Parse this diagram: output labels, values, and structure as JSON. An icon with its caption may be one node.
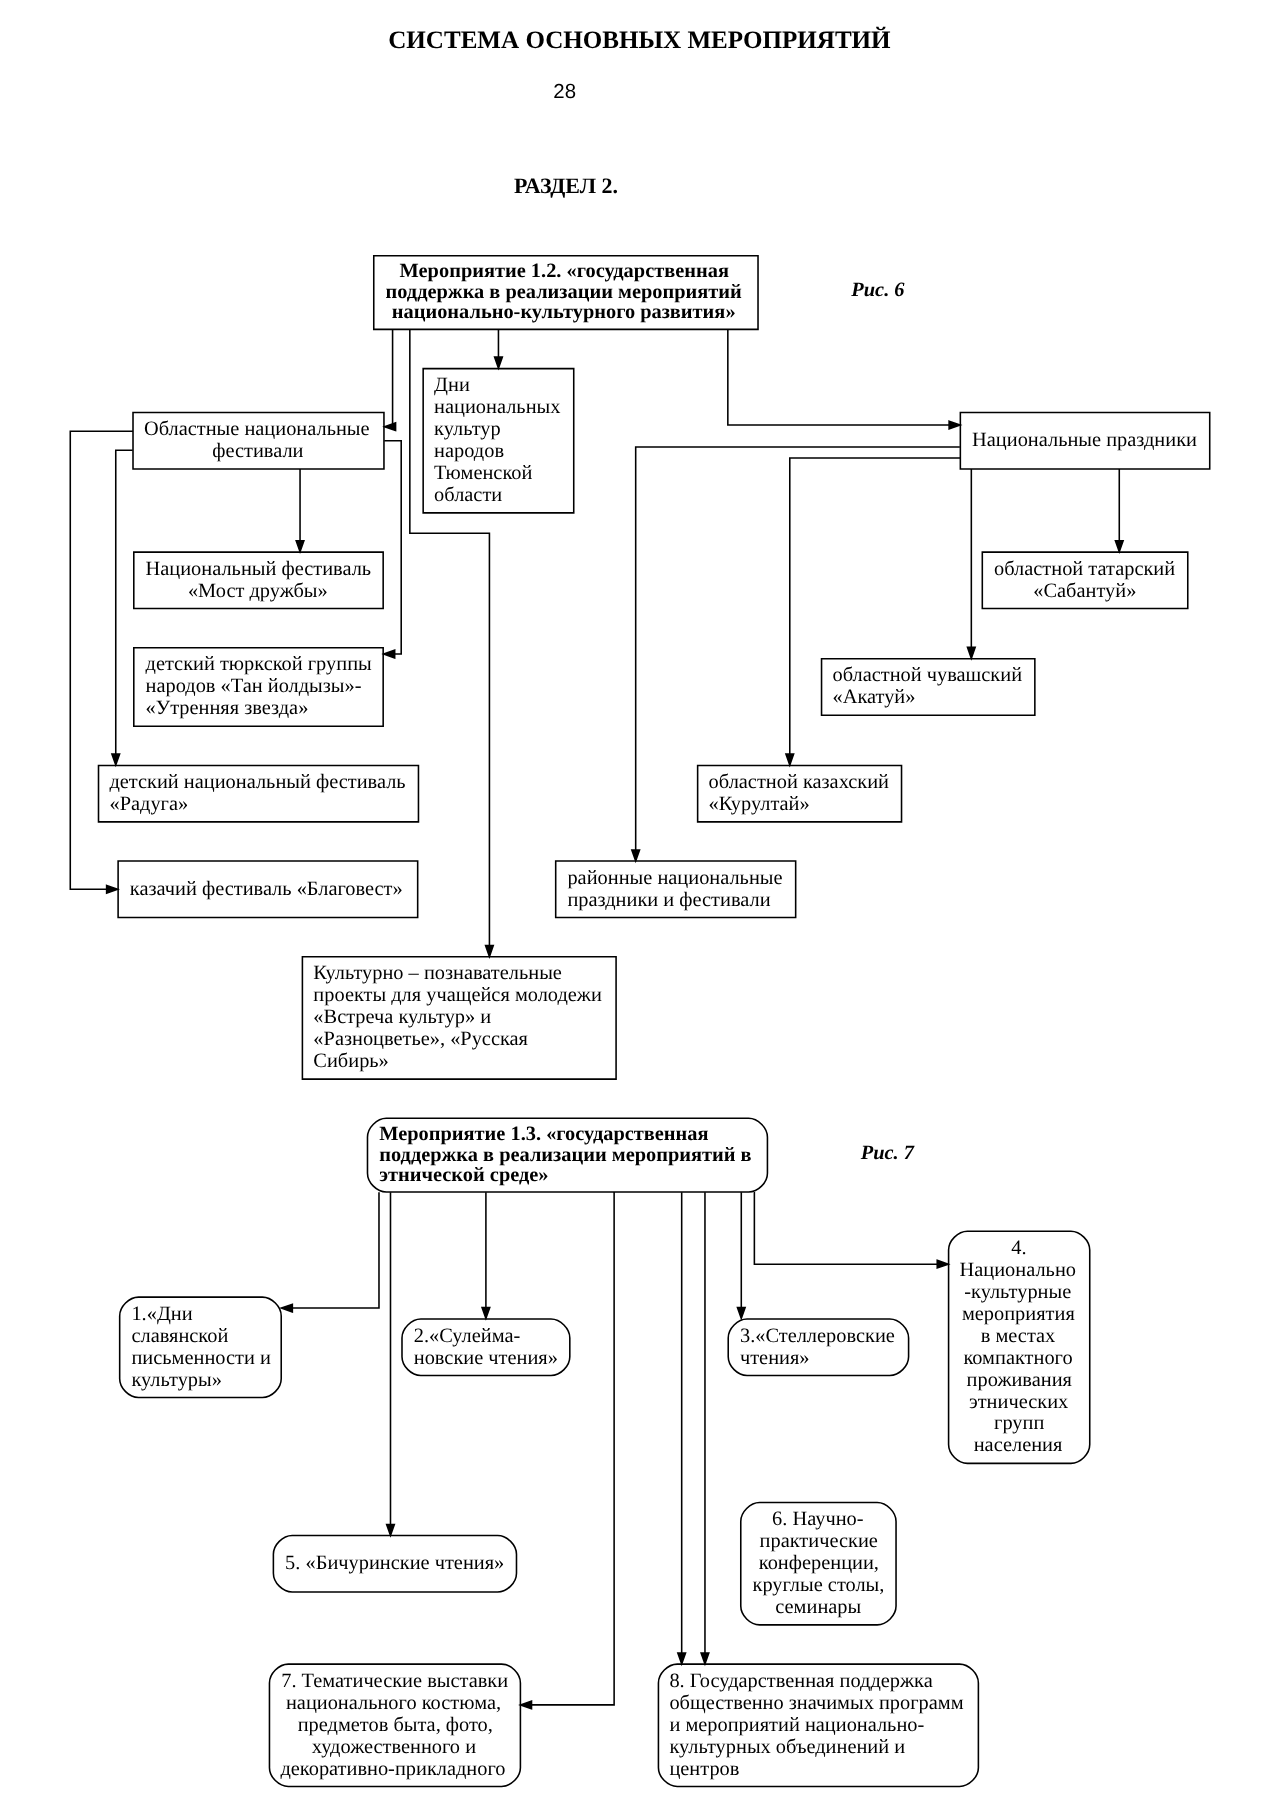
{
  "diagram": {
    "title": "СИСТЕМА ОСНОВНЫХ МЕРОПРИЯТИЙ",
    "nodes": [
      {
        "text": [
          "Мероприятие 1.2. «государственная поддержка в реализации мероприятий национально-культурного развития»"
        ]
      },
      {
        "text": [
          "Областные национальные фестивали"
        ]
      },
      {
        "text": [
          "Национальный фестиваль «Мост дружбы»"
        ]
      },
      {
        "text": [
          "детский тюркской группы народов «Тан йолдызы»- «Утренняя звезда»"
        ]
      },
      {
        "text": [
          "детский национальный фестиваль «Радуга»"
        ]
      },
      {
        "text": [
          "казачий фестиваль «Благовест»"
        ]
      },
      {
        "text": [
          "Дни национальных культур народов Тюменской области"
        ]
      },
      {
        "text": [
          "Национальные праздники"
        ]
      },
      {
        "text": [
          "областной татарский «Сабантуй»"
        ]
      },
      {
        "text": [
          "областной чувашский «Акатуй»"
        ]
      },
      {
        "text": [
          "областной казахский «Курултай»"
        ]
      },
      {
        "text": [
          "районные национальные праздники и фестивали"
        ]
      },
      {
        "text": [
          "Культурно – познавательные проекты для учащейся молодежи «Встреча культур» и «Разноцветье», «Русская Сибирь»"
        ]
      },
      {
        "text": [
          "Мероприятие 1.3. «государственная поддержка в реализации мероприятий в этнической среде»"
        ]
      },
      {
        "text": [
          "1.«Дни славянской письменности и культуры»"
        ]
      },
      {
        "text": [
          "2.«Сулейма- новские чтения»"
        ]
      },
      {
        "text": [
          "3.«Стеллеровские чтения»"
        ]
      },
      {
        "text": [
          "4. Национально -культурные мероприятия в местах компактного проживания этнических групп населения"
        ]
      },
      {
        "text": [
          "5. «Бичуринские чтения»"
        ]
      },
      {
        "text": [
          "6. Научно- практические конференции, круглые столы, семинары"
        ]
      },
      {
        "text": [
          "7. Тематические выставки национального костюма, предметов быта, фото, художественного и декоративно-прикладного"
        ]
      },
      {
        "text": [
          "8. Государственная поддержка общественно значимых программ и мероприятий национально- культурных объединений и центров"
        ]
      }
    ],
    "edges": [
      {
        "from": 0,
        "to": 1,
        "arrow": "to"
      },
      {
        "from": 0,
        "to": 12,
        "arrow": "to"
      },
      {
        "from": 0,
        "to": 6,
        "arrow": "to"
      },
      {
        "from": 0,
        "to": 7,
        "arrow": "to"
      },
      {
        "from": 1,
        "to": 2,
        "arrow": "to"
      },
      {
        "from": 1,
        "to": 3,
        "arrow": "to"
      },
      {
        "from": 1,
        "to": 4,
        "arrow": "to"
      },
      {
        "from": 1,
        "to": 5,
        "arrow": "to"
      },
      {
        "from": 7,
        "to": 8,
        "arrow": "to"
      },
      {
        "from": 7,
        "to": 9,
        "arrow": "to"
      },
      {
        "from": 7,
        "to": 10,
        "arrow": "to"
      },
      {
        "from": 7,
        "to": 11,
        "arrow": "to"
      },
      {
        "from": 13,
        "to": 14,
        "arrow": "to"
      },
      {
        "from": 13,
        "to": 15,
        "arrow": "to"
      },
      {
        "from": 13,
        "to": 16,
        "arrow": "to"
      },
      {
        "from": 13,
        "to": 17,
        "arrow": "to"
      },
      {
        "from": 13,
        "to": 18,
        "arrow": "to"
      },
      {
        "from": 13,
        "to": 20,
        "arrow": "to"
      },
      {
        "from": 13,
        "to": 21,
        "arrow": "to"
      },
      {
        "from": 13,
        "to": 21,
        "arrow": "to"
      }
    ],
    "labels": [
      "28",
      "РАЗДЕЛ 2.",
      "Рис. 6",
      "Рис. 7"
    ]
  }
}
